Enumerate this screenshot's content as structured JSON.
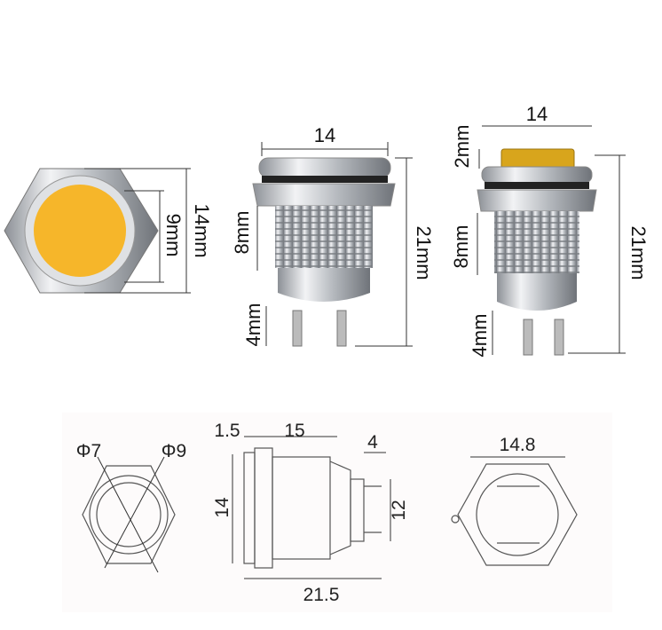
{
  "photos": {
    "front_view": {
      "outer": "14mm",
      "inner": "9mm"
    },
    "side_view_flat": {
      "width": "14",
      "height": "21mm",
      "thread": "8mm",
      "terminal": "4mm"
    },
    "side_view_raised": {
      "width": "14",
      "cap": "2mm",
      "height": "21mm",
      "thread": "8mm",
      "terminal": "4mm"
    }
  },
  "drawing": {
    "face": {
      "phi_inner": "Φ7",
      "phi_outer": "Φ9"
    },
    "side": {
      "cap": "1.5",
      "thread": "15",
      "terminal": "4",
      "height_left": "14",
      "height_right": "12",
      "total": "21.5"
    },
    "back": {
      "width": "14.8"
    }
  },
  "colors": {
    "lamp": "#f6b62a",
    "metal": "#c9ccd0",
    "ring": "#d8a51c"
  }
}
